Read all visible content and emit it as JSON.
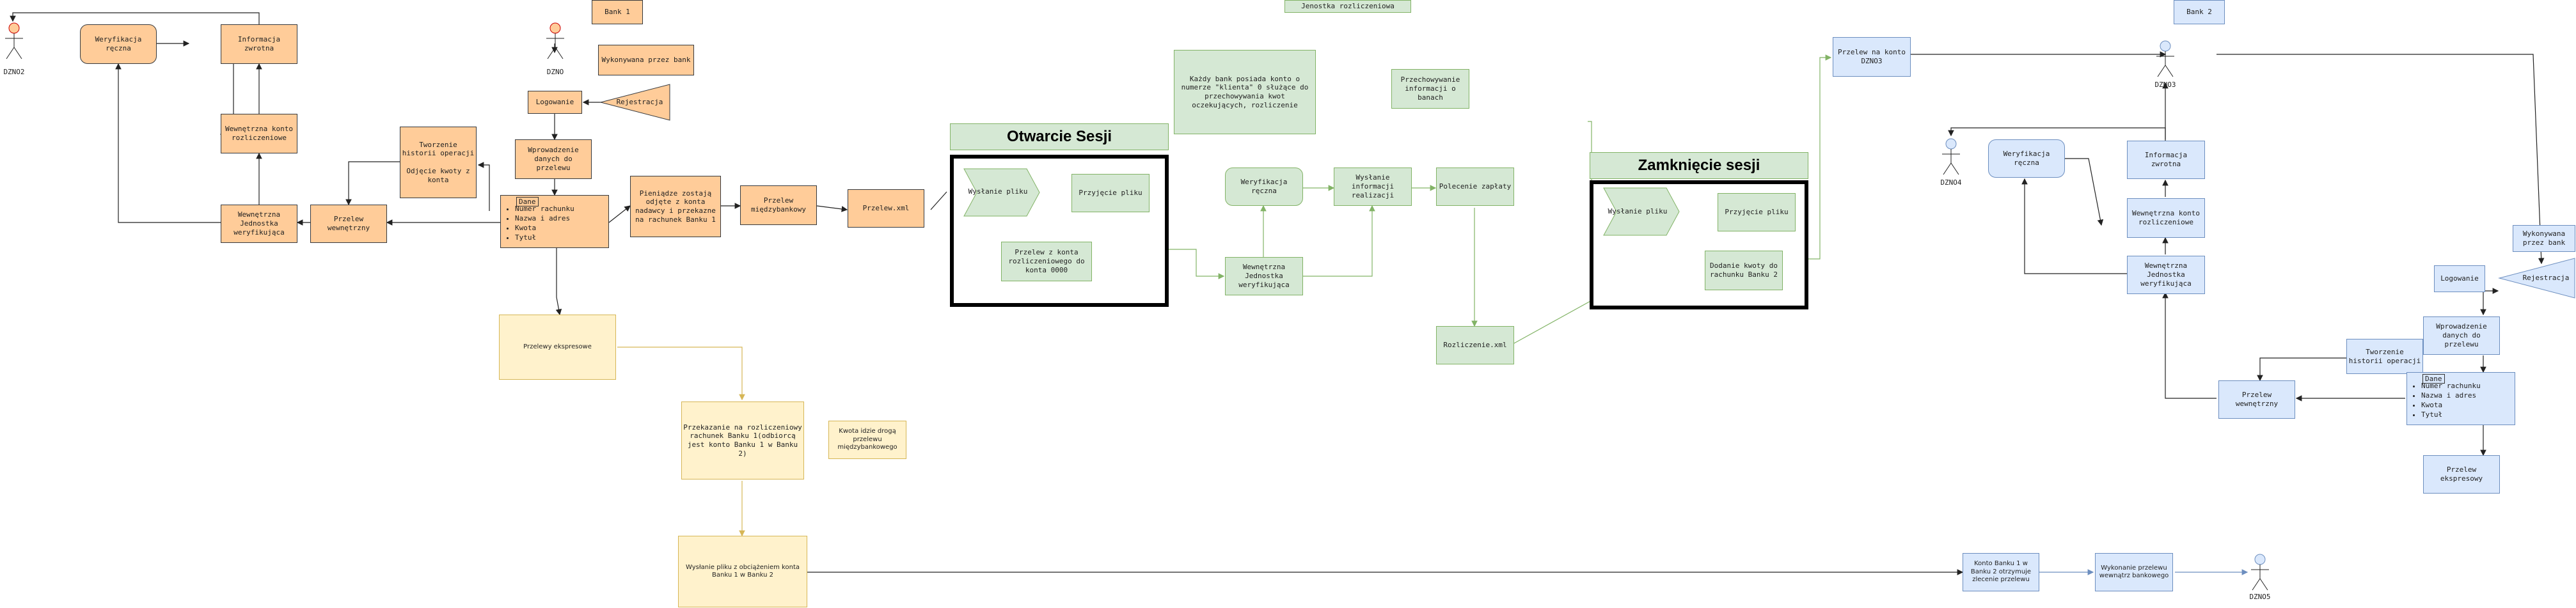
{
  "titles": {
    "bank1": "Bank 1",
    "bank2": "Bank 2",
    "jednostka": "Jenostka rozliczeniowa",
    "otwarcie": "Otwarcie Sesji",
    "zamkniecie": "Zamknięcie sesji"
  },
  "actors": {
    "dzno2": "DZNO2",
    "dzno": "DZNO",
    "dzno3": "DZNO3",
    "dzno4": "DZNO4",
    "dzno5": "DZNO5"
  },
  "bank1": {
    "weryfikacja": "Weryfikacja ręczna",
    "informacja": "Informacja zwrotna",
    "wewnetrzna_konto": "Wewnętrzna konto rozliczeniowe",
    "wewnetrzna_jednostka": "Wewnętrzna Jednostka weryfikująca",
    "przelew_wewnetrzny": "Przelew wewnętrzny",
    "historia": "Tworzenie historii operacji\n\nOdjęcie kwoty z konta",
    "wykonywana": "Wykonywana przez bank",
    "rejestracja": "Rejestracja",
    "logowanie": "Logowanie",
    "wprowadzenie": "Wprowadzenie danych do przelewu",
    "dane_header": "Dane",
    "dane_items": [
      "Numer rachunku",
      "Nazwa i adres",
      "Kwota",
      "Tytuł"
    ],
    "pieniadze": "Pieniądze zostają odjęte z konta nadawcy i przekazne na rachunek Banku 1",
    "miedzybankowy": "Przelew międzybankowy",
    "przelew_xml": "Przelew.xml",
    "ekspresowy": "Przelewy ekspresowe",
    "przekazanie": "Przekazanie na rozliczeniowy rachunek Banku 1(odbiorcą jest konto Banku 1 w Banku 2)",
    "kwota_note": "Kwota idzie drogą przelewu międzybankowego",
    "wyslanie_ekspres": "Wysłanie pliku z obciążeniem konta Banku 1 w Banku 2"
  },
  "jednostka": {
    "open_wysylanie": "Wysłanie pliku",
    "open_przyjecie": "Przyjęcie pliku",
    "open_przelew": "Przelew z konta rozliczeniowego do konta 0000",
    "kazdy_bank": "Każdy bank posiada konto o numerze \"klienta\" 0 służące do przechowywania kwot oczekujących, rozliczenie",
    "przechowywanie": "Przechowywanie informacji o banach",
    "weryfikacja": "Weryfikacja ręczna",
    "wewnetrzna_jednostka": "Wewnętrzna Jednostka weryfikująca",
    "wyslanie_info": "Wysłanie informacji realizacji",
    "polecenie": "Polecenie zapłaty",
    "rozliczenie": "Rozliczenie.xml",
    "close_wysylanie": "Wysłanie pliku",
    "close_przyjecie": "Przyjęcie pliku",
    "close_dodanie": "Dodanie kwoty do rachunku Banku 2"
  },
  "bank2": {
    "przelew_na_konto": "Przelew na konto DZNO3",
    "weryfikacja": "Weryfikacja ręczna",
    "informacja": "Informacja zwrotna",
    "wewnetrzna_konto": "Wewnętrzna konto rozliczeniowe",
    "wewnetrzna_jednostka": "Wewnętrzna Jednostka weryfikująca",
    "wykonywana": "Wykonywana przez bank",
    "logowanie": "Logowanie",
    "rejestracja": "Rejestracja",
    "wprowadzenie": "Wprowadzenie danych do przelewu",
    "historia": "Tworzenie historii operacji",
    "przelew_wewnetrzny": "Przelew wewnętrzny",
    "dane_header": "Dane",
    "dane_items": [
      "Numer rachunku",
      "Nazwa i adres",
      "Kwota",
      "Tytuł"
    ],
    "ekspresowy": "Przelew ekspresowy",
    "konto_banku": "Konto Banku 1 w Banku 2 otrzymuje zlecenie przelewu",
    "wykonanie": "Wykonanie przelewu wewnątrz bankowego"
  }
}
